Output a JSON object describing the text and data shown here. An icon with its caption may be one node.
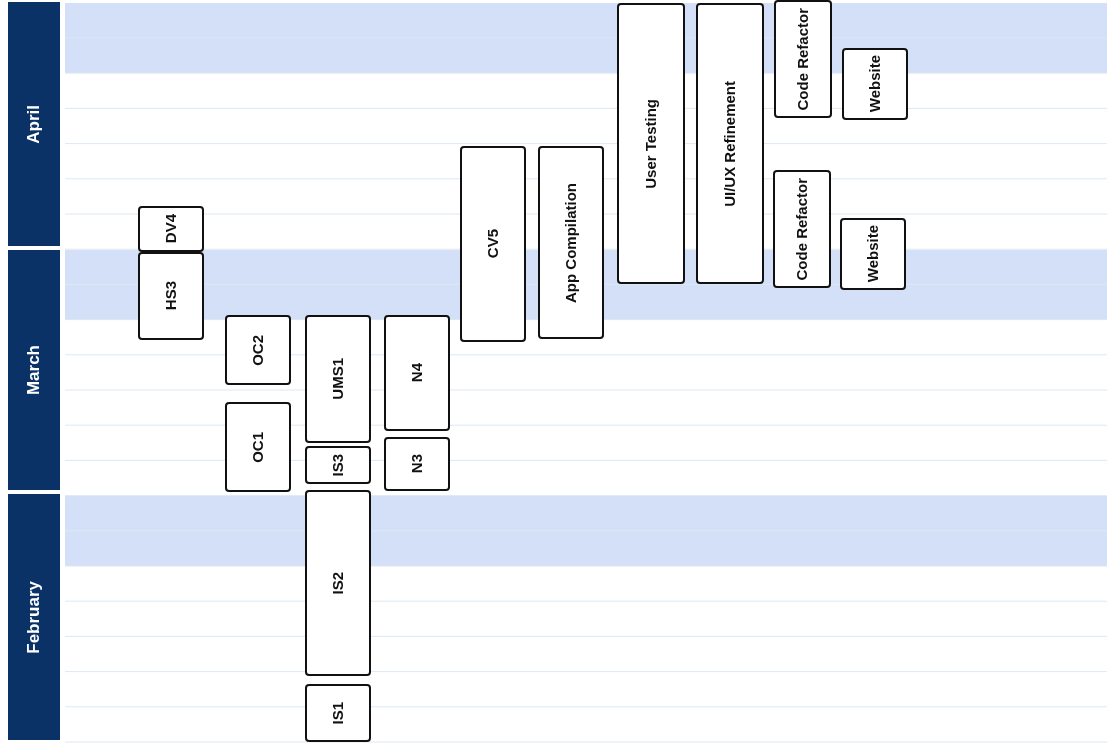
{
  "diagram": {
    "nodes": [
      {
        "text": [
          "April"
        ]
      },
      {
        "text": [
          "March"
        ]
      },
      {
        "text": [
          "February"
        ]
      },
      {
        "text": [
          "User Testing"
        ]
      },
      {
        "text": [
          "UI/UX Refinement"
        ]
      },
      {
        "text": [
          "Code Refactor"
        ]
      },
      {
        "text": [
          "Website"
        ]
      },
      {
        "text": [
          "CV5"
        ]
      },
      {
        "text": [
          "App Compilation"
        ]
      },
      {
        "text": [
          "DV4"
        ]
      },
      {
        "text": [
          "HS3"
        ]
      },
      {
        "text": [
          "Code Refactor"
        ]
      },
      {
        "text": [
          "Website"
        ]
      },
      {
        "text": [
          "OC2"
        ]
      },
      {
        "text": [
          "UMS1"
        ]
      },
      {
        "text": [
          "N4"
        ]
      },
      {
        "text": [
          "OC1"
        ]
      },
      {
        "text": [
          "IS3"
        ]
      },
      {
        "text": [
          "N3"
        ]
      },
      {
        "text": [
          "IS2"
        ]
      },
      {
        "text": [
          "IS1"
        ]
      }
    ]
  }
}
